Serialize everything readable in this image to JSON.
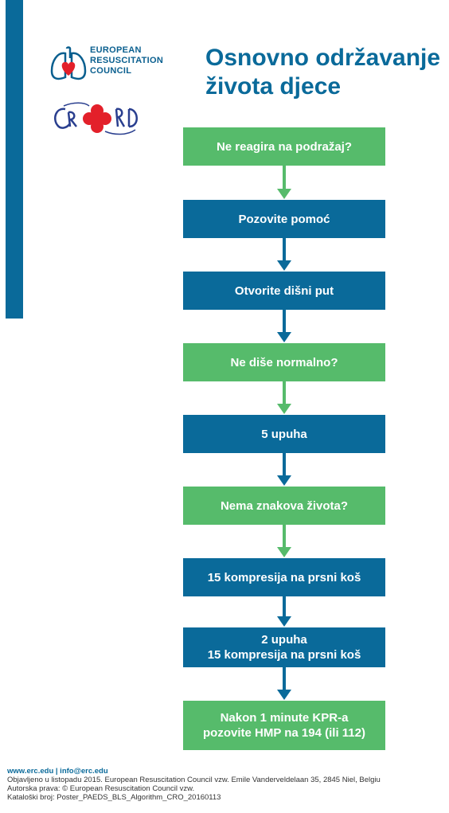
{
  "logo": {
    "line1": "EUROPEAN",
    "line2": "RESUSCITATION",
    "line3": "COUNCIL"
  },
  "title": {
    "line1": "Osnovno održavanje",
    "line2": "života djece"
  },
  "steps": [
    {
      "text": "Ne reagira na podražaj?",
      "color": "green"
    },
    {
      "text": "Pozovite pomoć",
      "color": "blue"
    },
    {
      "text": "Otvorite dišni put",
      "color": "blue"
    },
    {
      "text": "Ne diše normalno?",
      "color": "green"
    },
    {
      "text": "5 upuha",
      "color": "blue"
    },
    {
      "text": "Nema znakova života?",
      "color": "green"
    },
    {
      "text": "15 kompresija na prsni koš",
      "color": "blue"
    },
    {
      "text": "2 upuha\n15 kompresija na prsni koš",
      "color": "blue"
    },
    {
      "text": "Nakon 1 minute KPR-a\npozovite HMP na 194 (ili 112)",
      "color": "green"
    }
  ],
  "colors": {
    "green": "#56bb6b",
    "blue": "#0a6a9a",
    "heart_red": "#e3202a"
  },
  "footer": {
    "links": "www.erc.edu | info@erc.edu",
    "line1": "Objavljeno u listopadu 2015. European Resuscitation Council vzw. Emile Vanderveldelaan 35, 2845 Niel, Belgiu",
    "line2": "Autorska prava: © European Resuscitation Council vzw.",
    "line3": "Kataloški broj: Poster_PAEDS_BLS_Algorithm_CRO_20160113"
  }
}
